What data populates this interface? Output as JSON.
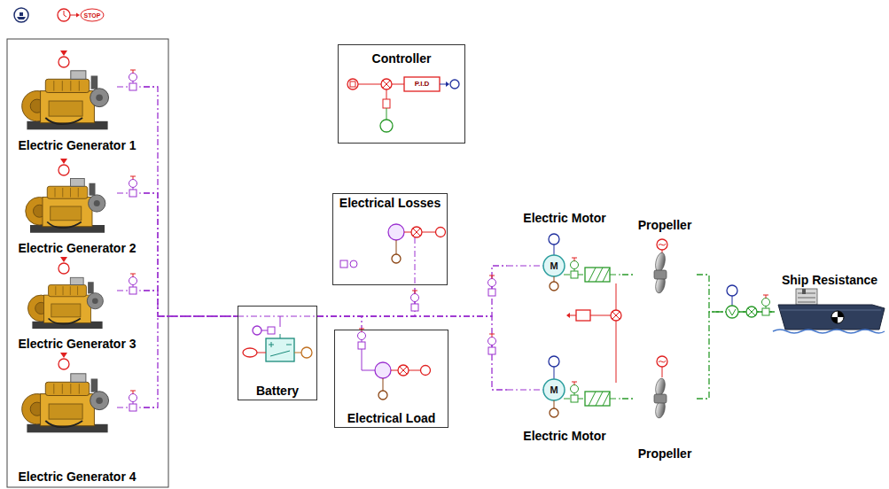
{
  "diagram": {
    "nodes": [
      {
        "text": [
          "Electric Generator 1"
        ]
      },
      {
        "text": [
          "Electric Generator 2"
        ]
      },
      {
        "text": [
          "Electric Generator 3"
        ]
      },
      {
        "text": [
          "Electric Generator 4"
        ]
      },
      {
        "text": [
          "Controller"
        ]
      },
      {
        "text": [
          "Electrical Losses"
        ]
      },
      {
        "text": [
          "Battery"
        ]
      },
      {
        "text": [
          "Electrical Load"
        ]
      },
      {
        "text": [
          "Electric Motor"
        ]
      },
      {
        "text": [
          "Propeller"
        ]
      },
      {
        "text": [
          "Electric Motor"
        ]
      },
      {
        "text": [
          "Propeller"
        ]
      },
      {
        "text": [
          "Ship Resistance"
        ]
      }
    ],
    "edges": [
      {
        "from": 0,
        "to": 6,
        "arrow": "none"
      },
      {
        "from": 1,
        "to": 6,
        "arrow": "none"
      },
      {
        "from": 2,
        "to": 6,
        "arrow": "none"
      },
      {
        "from": 3,
        "to": 6,
        "arrow": "none"
      },
      {
        "from": 6,
        "to": 5,
        "arrow": "none"
      },
      {
        "from": 6,
        "to": 7,
        "arrow": "none"
      },
      {
        "from": 6,
        "to": 8,
        "arrow": "none"
      },
      {
        "from": 6,
        "to": 10,
        "arrow": "none"
      },
      {
        "from": 8,
        "to": 9,
        "arrow": "none"
      },
      {
        "from": 10,
        "to": 11,
        "arrow": "none"
      },
      {
        "from": 9,
        "to": 12,
        "arrow": "none"
      },
      {
        "from": 11,
        "to": 12,
        "arrow": "none"
      }
    ],
    "labels": [
      "STOP",
      "P.I.D",
      "M",
      "M"
    ]
  }
}
